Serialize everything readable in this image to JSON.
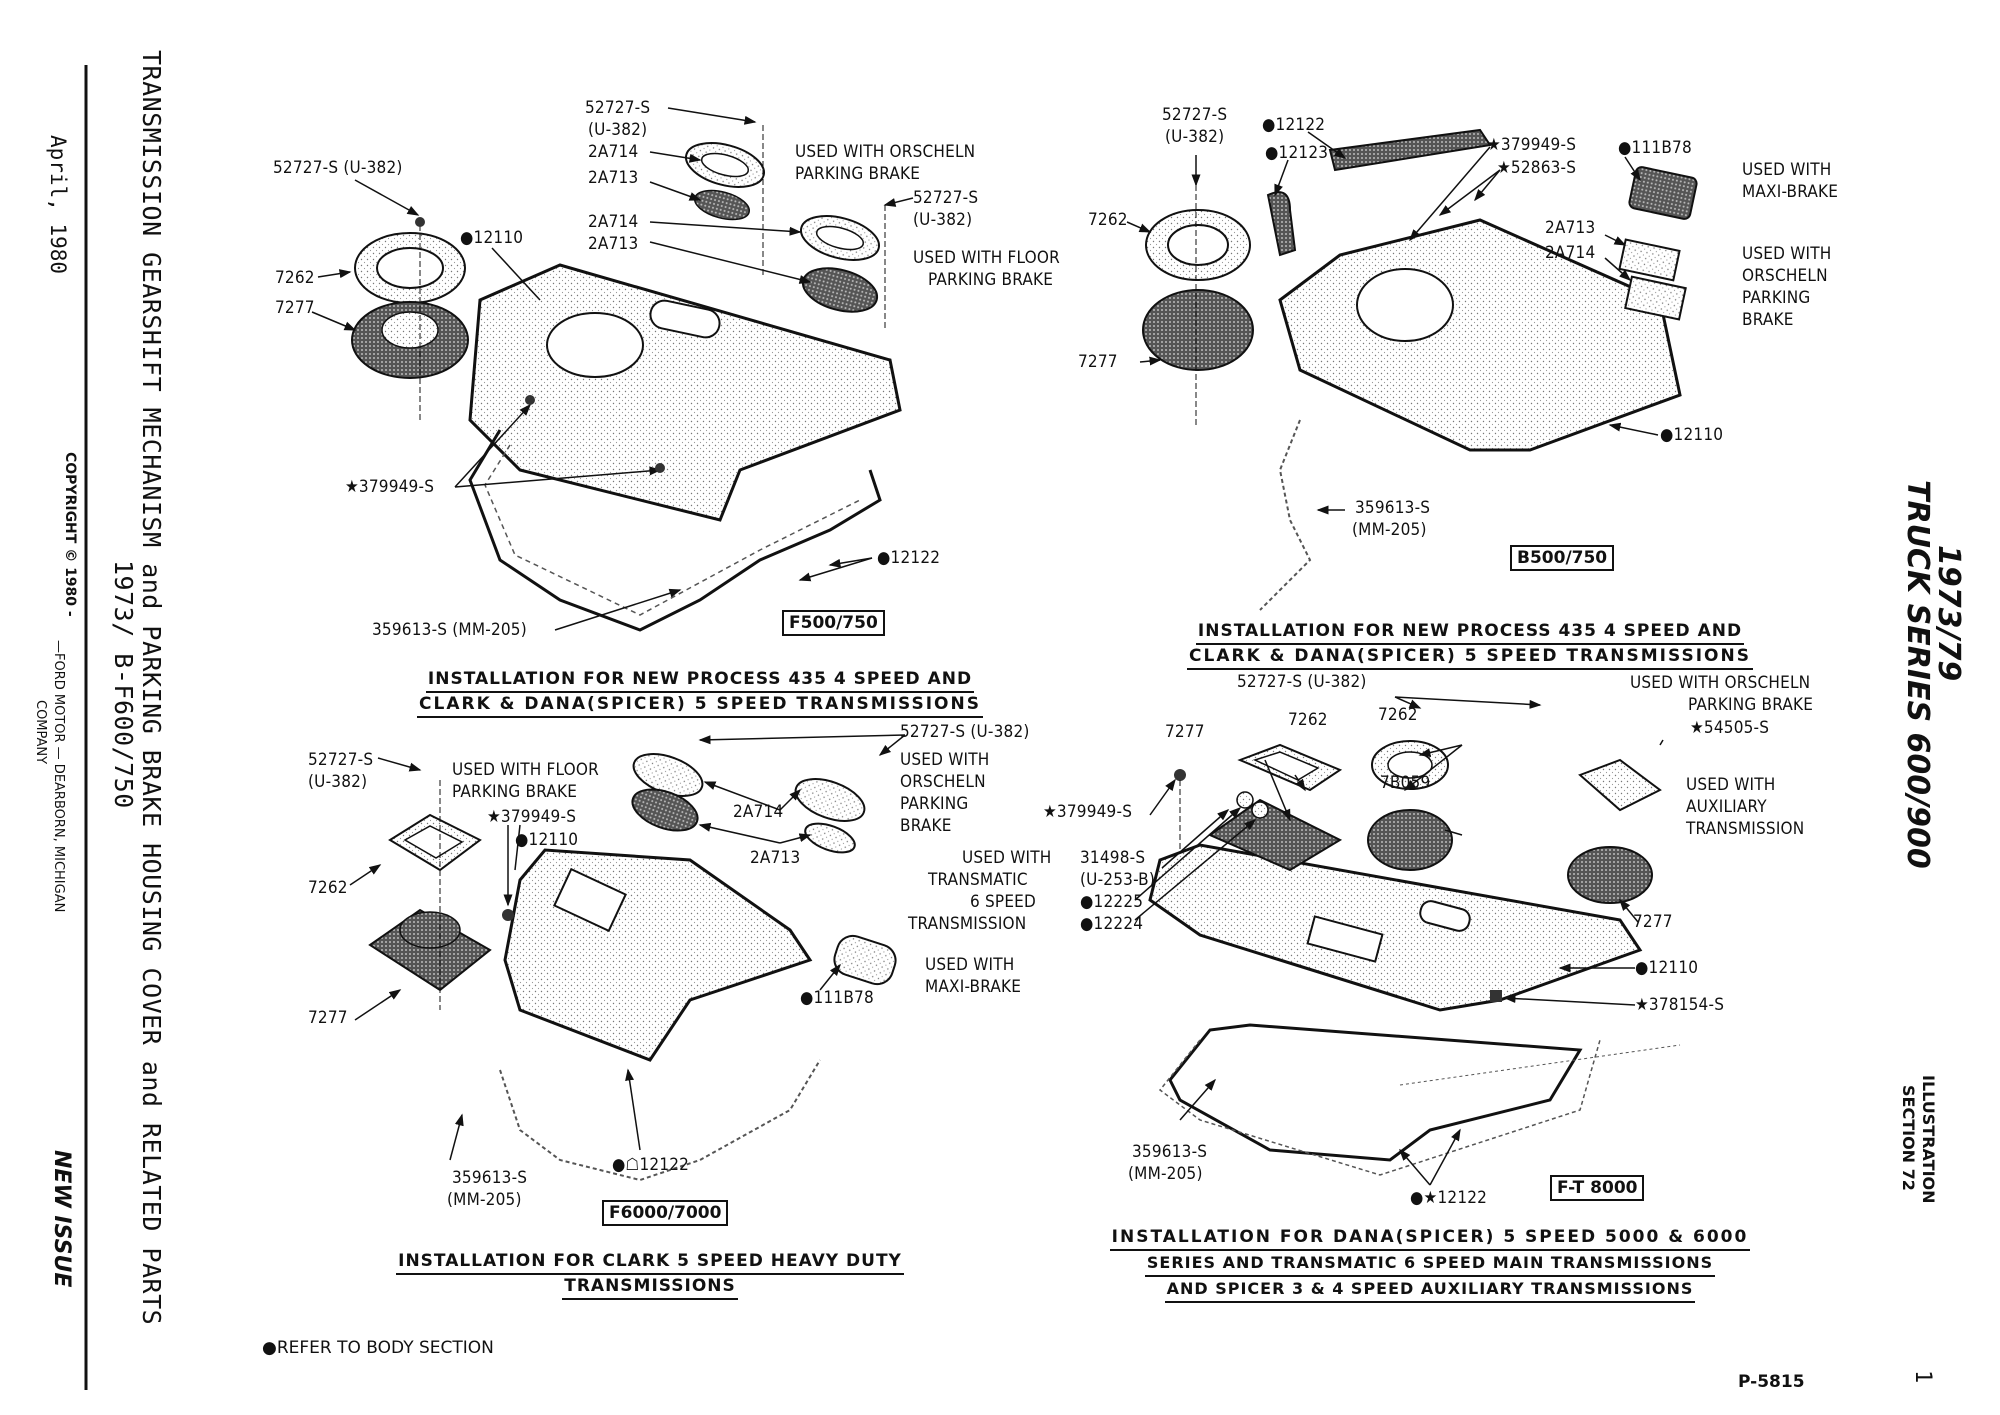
{
  "left_margin": {
    "title_line1": "TRANSMISSION GEARSHIFT MECHANISM and PARKING BRAKE HOUSING COVER and RELATED PARTS",
    "title_line2": "1973/ B-F600/750",
    "date": "April, 1980",
    "copyright": "COPYRIGHT © 1980 -",
    "publisher_line1": "—FORD MOTOR — DEARBORN, MICHIGAN",
    "publisher_line2": "COMPANY",
    "status": "NEW ISSUE"
  },
  "right_margin": {
    "years": "1973/79",
    "series": "TRUCK SERIES 600/900",
    "illustration": "ILLUSTRATION",
    "section": "SECTION 72",
    "page_number": "1"
  },
  "footer": {
    "footnote": "●REFER TO BODY SECTION",
    "plate_number": "P-5815"
  },
  "diagrams": {
    "top_left": {
      "model": "F500/750",
      "caption_line1": "INSTALLATION FOR NEW PROCESS 435 4 SPEED AND",
      "caption_line2": "CLARK & DANA(SPICER) 5 SPEED TRANSMISSIONS",
      "labels": {
        "screw_a_1": "52727-S",
        "screw_a_2": "(U-382)",
        "ring_a": "2A714",
        "boot_a": "2A713",
        "note_orscheln_1": "USED WITH ORSCHELN",
        "note_orscheln_2": "PARKING BRAKE",
        "screw_b": "52727-S (U-382)",
        "screw_c_1": "52727-S",
        "screw_c_2": "(U-382)",
        "ring_b": "2A714",
        "boot_b": "2A713",
        "note_floor_1": "USED WITH FLOOR",
        "note_floor_2": "PARKING BRAKE",
        "cover": "●12110",
        "retainer": "7262",
        "boot": "7277",
        "bolt": "★379949-S",
        "seal": "●12122",
        "nut": "359613-S (MM-205)"
      }
    },
    "top_right": {
      "model": "B500/750",
      "caption_line1": "INSTALLATION FOR NEW PROCESS 435 4 SPEED AND",
      "caption_line2": "CLARK & DANA(SPICER) 5 SPEED TRANSMISSIONS",
      "labels": {
        "screw_1": "52727-S",
        "screw_2": "(U-382)",
        "seal": "●12122",
        "seal_b": "●12123",
        "bolt": "★379949-S",
        "bolt_b": "★52863-S",
        "plate": "●111B78",
        "note_maxi_1": "USED WITH",
        "note_maxi_2": "MAXI-BRAKE",
        "boot_a": "2A713",
        "ring_a": "2A714",
        "note_orscheln_1": "USED WITH",
        "note_orscheln_2": "ORSCHELN",
        "note_orscheln_3": "PARKING",
        "note_orscheln_4": "BRAKE",
        "retainer": "7262",
        "boot": "7277",
        "cover": "●12110",
        "nut_1": "359613-S",
        "nut_2": "(MM-205)"
      }
    },
    "bottom_left": {
      "model": "F6000/7000",
      "caption_line1": "INSTALLATION FOR CLARK 5 SPEED HEAVY DUTY",
      "caption_line2": "TRANSMISSIONS",
      "labels": {
        "screw_1": "52727-S",
        "screw_2": "(U-382)",
        "note_floor_1": "USED WITH FLOOR",
        "note_floor_2": "PARKING BRAKE",
        "screw_b": "52727-S (U-382)",
        "note_orscheln_1": "USED WITH",
        "note_orscheln_2": "ORSCHELN",
        "note_orscheln_3": "PARKING",
        "note_orscheln_4": "BRAKE",
        "bolt": "★379949-S",
        "cover": "●12110",
        "ring": "2A714",
        "boot_a": "2A713",
        "retainer": "7262",
        "boot": "7277",
        "plate": "●111B78",
        "note_maxi_1": "USED WITH",
        "note_maxi_2": "MAXI-BRAKE",
        "nut_1": "359613-S",
        "nut_2": "(MM-205)",
        "seal": "●☖12122"
      }
    },
    "bottom_right": {
      "model": "F-T 8000",
      "caption_line1": "INSTALLATION FOR DANA(SPICER) 5 SPEED 5000 & 6000",
      "caption_line2": "SERIES AND TRANSMATIC 6 SPEED MAIN TRANSMISSIONS",
      "caption_line3": "AND SPICER 3 & 4 SPEED AUXILIARY TRANSMISSIONS",
      "labels": {
        "screw": "52727-S (U-382)",
        "retainer_a": "7262",
        "boot_a": "7277",
        "retainer_b": "7262",
        "boot_b": "7B059",
        "note_orscheln_1": "USED WITH ORSCHELN",
        "note_orscheln_2": "PARKING BRAKE",
        "bolt_aux": "★54505-S",
        "note_aux_1": "USED WITH",
        "note_aux_2": "AUXILIARY",
        "note_aux_3": "TRANSMISSION",
        "boot_c": "7277",
        "bolt": "★379949-S",
        "note_transmatic_1": "USED WITH",
        "note_transmatic_2": "TRANSMATIC",
        "note_transmatic_3": "6 SPEED",
        "note_transmatic_4": "TRANSMISSION",
        "bolt_b_1": "31498-S",
        "bolt_b_2": "(U-253-B)",
        "part_a": "●12225",
        "part_b": "●12224",
        "cover": "●12110",
        "clip": "★378154-S",
        "nut_1": "359613-S",
        "nut_2": "(MM-205)",
        "seal": "●★12122"
      }
    }
  }
}
